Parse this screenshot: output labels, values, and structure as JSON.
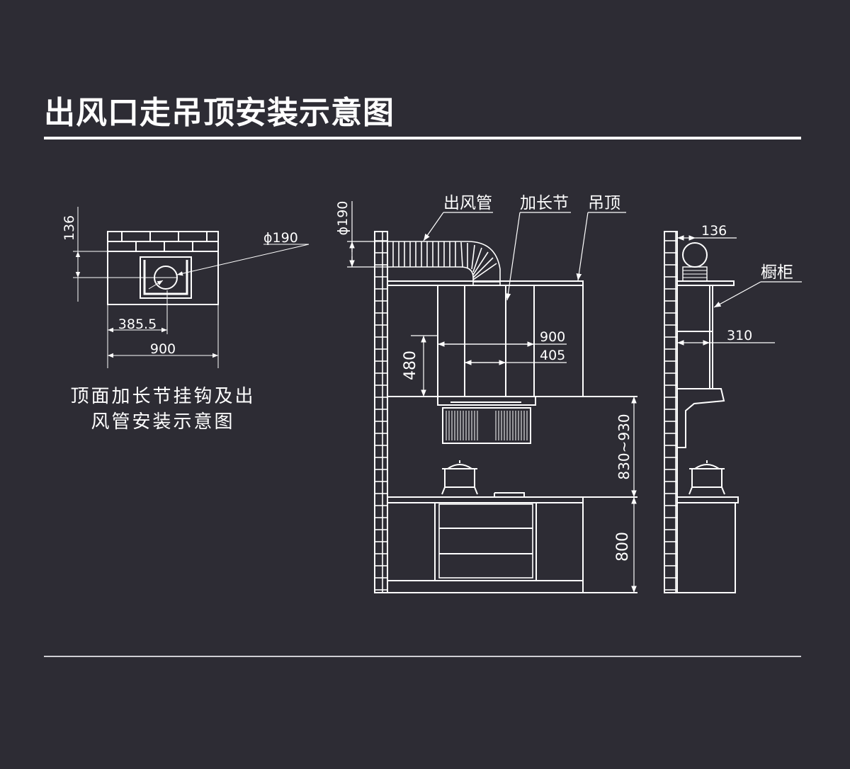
{
  "title": "出风口走吊顶安装示意图",
  "caption": {
    "line1": "顶面加长节挂钩及出",
    "line2": "风管安装示意图"
  },
  "top_view": {
    "dim_136": "136",
    "dim_phi190": "ϕ190",
    "dim_385_5": "385.5",
    "dim_900": "900"
  },
  "front_view": {
    "label_duct": "出风管",
    "label_extension": "加长节",
    "label_ceiling": "吊顶",
    "dim_phi190": "ϕ190",
    "dim_900": "900",
    "dim_405": "405",
    "dim_480": "480",
    "dim_830_930": "830~930",
    "dim_800": "800"
  },
  "side_view": {
    "dim_136": "136",
    "label_cabinet": "橱柜",
    "dim_310": "310"
  },
  "colors": {
    "background": "#2d2c34",
    "line": "#ffffff"
  }
}
